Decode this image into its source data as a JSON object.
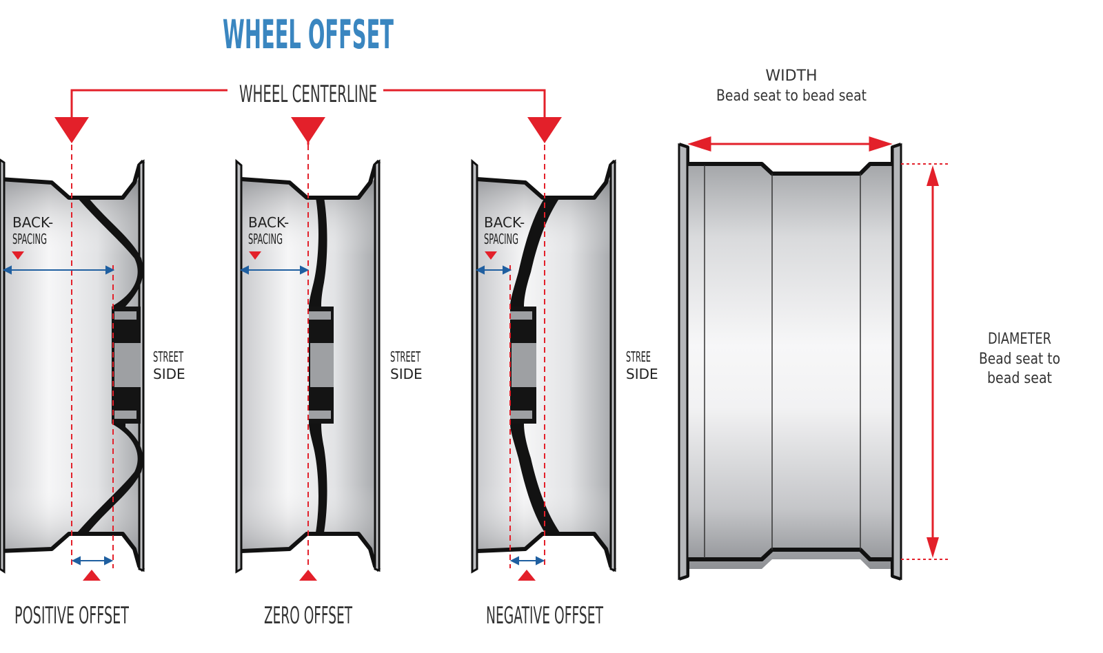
{
  "title": "WHEEL OFFSET",
  "centerline_label": "WHEEL CENTERLINE",
  "wheels": [
    {
      "backspacing_label_1": "BACK-",
      "backspacing_label_2": "SPACING",
      "street_label_1": "STREET",
      "street_label_2": "SIDE",
      "offset_label": "POSITIVE OFFSET"
    },
    {
      "backspacing_label_1": "BACK-",
      "backspacing_label_2": "SPACING",
      "street_label_1": "STREET",
      "street_label_2": "SIDE",
      "offset_label": "ZERO OFFSET"
    },
    {
      "backspacing_label_1": "BACK-",
      "backspacing_label_2": "SPACING",
      "street_label_1": "STREE",
      "street_label_2": "SIDE",
      "offset_label": "NEGATIVE OFFSET"
    }
  ],
  "width": {
    "label": "WIDTH",
    "sublabel": "Bead seat to bead seat"
  },
  "diameter": {
    "label": "DIAMETER",
    "sublabel_1": "Bead seat to",
    "sublabel_2": "bead seat"
  },
  "colors": {
    "title": "#3a86c0",
    "accent_red": "#e3202a",
    "arrow_blue": "#1f5fa0",
    "outline": "#111111",
    "text": "#333333"
  }
}
